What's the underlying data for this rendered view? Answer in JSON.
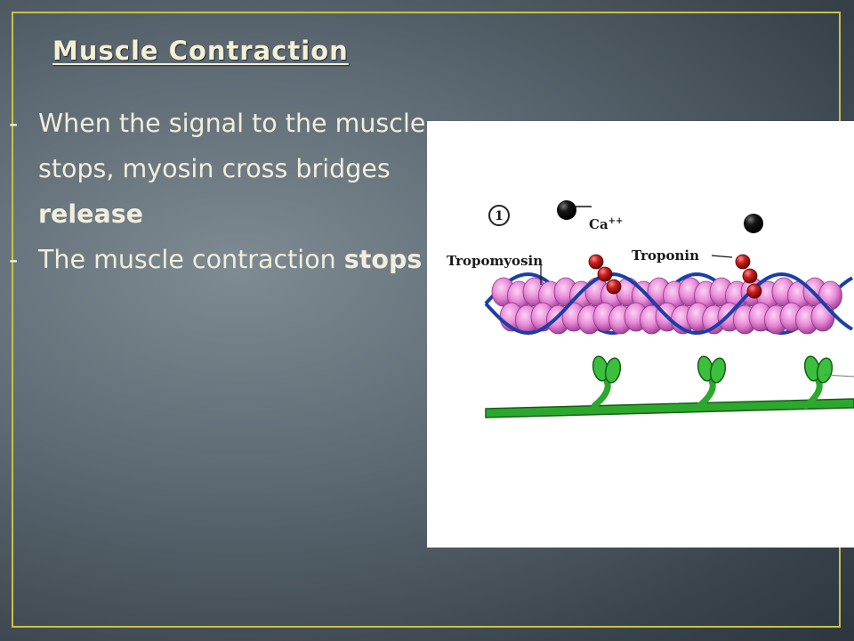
{
  "slide": {
    "title": "Muscle Contraction",
    "bullets": [
      {
        "dash": "-",
        "text": "When the signal to the muscle stops, myosin cross bridges ",
        "bold": "release"
      },
      {
        "dash": "-",
        "text": "The muscle contraction ",
        "bold": "stops"
      }
    ]
  },
  "diagram": {
    "step_number": "1",
    "labels": {
      "calcium": "Ca",
      "calcium_charge": "++",
      "tropomyosin": "Tropomyosin",
      "troponin": "Troponin"
    }
  },
  "colors": {
    "frame": "#c9c04a",
    "actin": "#e98ad8",
    "tropomyosin": "#1a3fa8",
    "troponin": "#c81e1e",
    "calcium": "#111111",
    "myosin": "#2ca82c"
  }
}
